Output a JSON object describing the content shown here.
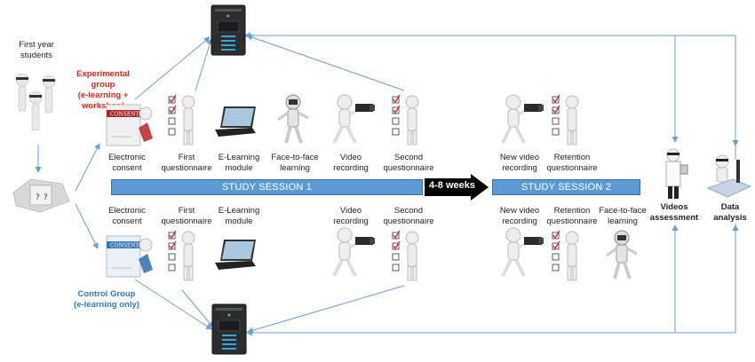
{
  "colors": {
    "arrow_line": "#6a9fd4",
    "session_bar": "#5b9bd5",
    "experimental_label": "#e8221c",
    "control_label": "#2e7bc6",
    "weeks_arrow": "#000000"
  },
  "start": {
    "students_label": "First year students",
    "randomization_icon": "dice-box-icon"
  },
  "groups": {
    "experimental": "Experimental group (e-learning + workshop)",
    "experimental_lines": [
      "Experimental group",
      "(e-learning +",
      "workshop)"
    ],
    "control_lines": [
      "Control Group",
      "(e-learning only)"
    ]
  },
  "sessions": {
    "session1": "STUDY SESSION 1",
    "gap": "4-8 weeks",
    "session2": "STUDY SESSION 2"
  },
  "experimental_steps": [
    {
      "l1": "Electronic",
      "l2": "consent",
      "icon": "consent-form-icon"
    },
    {
      "l1": "First",
      "l2": "questionnaire",
      "icon": "checklist-figure-icon"
    },
    {
      "l1": "E-Learning",
      "l2": "module",
      "icon": "laptop-icon"
    },
    {
      "l1": "Face-to-face",
      "l2": "learning",
      "icon": "astronaut-figure-icon"
    },
    {
      "l1": "Video",
      "l2": "recording",
      "icon": "video-camera-figure-icon"
    },
    {
      "l1": "Second",
      "l2": "questionnaire",
      "icon": "checklist-figure-icon"
    },
    {
      "l1": "New video",
      "l2": "recording",
      "icon": "video-camera-figure-icon"
    },
    {
      "l1": "Retention",
      "l2": "questionnaire",
      "icon": "checklist-figure-icon"
    }
  ],
  "control_steps": [
    {
      "l1": "Electronic",
      "l2": "consent",
      "icon": "consent-form-icon"
    },
    {
      "l1": "First",
      "l2": "questionnaire",
      "icon": "checklist-figure-icon"
    },
    {
      "l1": "E-Learning",
      "l2": "module",
      "icon": "laptop-icon"
    },
    {
      "l1": "Video",
      "l2": "recording",
      "icon": "video-camera-figure-icon"
    },
    {
      "l1": "Second",
      "l2": "questionnaire",
      "icon": "checklist-figure-icon"
    },
    {
      "l1": "New video",
      "l2": "recording",
      "icon": "video-camera-figure-icon"
    },
    {
      "l1": "Retention",
      "l2": "questionnaire",
      "icon": "checklist-figure-icon"
    },
    {
      "l1": "Face-to-face",
      "l2": "learning",
      "icon": "astronaut-figure-icon"
    }
  ],
  "outcomes": {
    "videos_l1": "Videos",
    "videos_l2": "assessment",
    "data_l1": "Data",
    "data_l2": "analysis"
  }
}
